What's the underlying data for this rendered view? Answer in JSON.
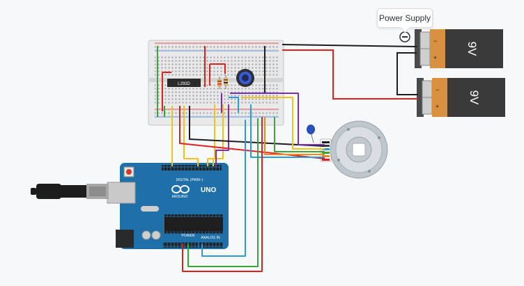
{
  "tooltip": {
    "label": "Power Supply"
  },
  "battery_top": {
    "voltage": "9V",
    "plus": "+",
    "minus": "−"
  },
  "battery_bottom": {
    "voltage": "9V",
    "plus": "+",
    "minus": "−"
  },
  "ic": {
    "label": "L293D"
  },
  "arduino": {
    "model": "UNO",
    "brand": "ARDUINO",
    "digital_label": "DIGITAL (PWM~)",
    "analog_label": "ANALOG IN",
    "power_label": "POWER"
  },
  "colors": {
    "wire_red": "#e0201f",
    "wire_black": "#1d1d1d",
    "wire_yellow": "#f2c21b",
    "wire_green": "#3aa639",
    "wire_purple": "#7a2fb3",
    "wire_blue": "#2b9ad6",
    "wire_orange": "#ee8a1a",
    "board_blue": "#1f6fa8",
    "battery_body": "#3a3a3a",
    "battery_copper": "#d9913f"
  }
}
